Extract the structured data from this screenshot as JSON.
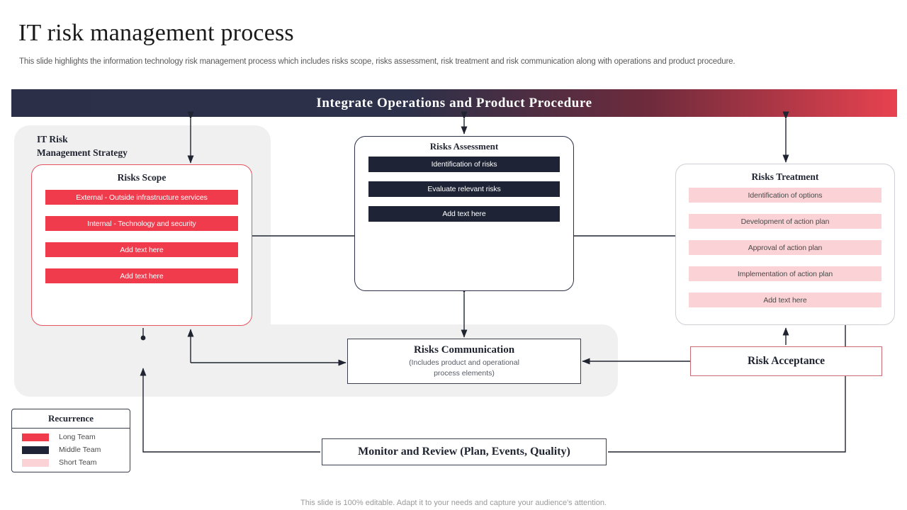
{
  "header": {
    "title": "IT risk management process",
    "subtitle": "This slide highlights the information technology risk management process which includes risks scope, risks assessment, risk treatment and risk communication along with operations and product procedure."
  },
  "banner": {
    "label": "Integrate Operations and Product Procedure",
    "gradient_from": "#2b3048",
    "gradient_to": "#e8424f"
  },
  "strategy": {
    "caption_line1": "IT Risk",
    "caption_line2": "Management Strategy"
  },
  "cards": {
    "scope": {
      "title": "Risks Scope",
      "accent": "#ef3b4c",
      "items": [
        "External - Outside  infrastructure services",
        "Internal - Technology and security",
        "Add text here",
        "Add text here"
      ]
    },
    "assessment": {
      "title": "Risks Assessment",
      "accent": "#1e2436",
      "items": [
        "Identification of risks",
        "Evaluate relevant risks",
        "Add text here"
      ]
    },
    "treatment": {
      "title": "Risks Treatment",
      "accent": "#fbd3d6",
      "items": [
        "Identification of options",
        "Development of action plan",
        "Approval  of action plan",
        "Implementation of action plan",
        "Add text here"
      ]
    }
  },
  "boxes": {
    "communication": {
      "title": "Risks Communication",
      "subtitle_line1": "(Includes product  and  operational",
      "subtitle_line2": "process elements)"
    },
    "acceptance": {
      "title": "Risk Acceptance"
    },
    "monitor": {
      "title": "Monitor and Review (Plan, Events, Quality)"
    }
  },
  "legend": {
    "title": "Recurrence",
    "items": [
      {
        "label": "Long Team",
        "color": "#ef3b4c"
      },
      {
        "label": "Middle Team",
        "color": "#1e2436"
      },
      {
        "label": "Short Team",
        "color": "#fbd3d6"
      }
    ]
  },
  "footer": {
    "note": "This slide is 100% editable. Adapt it to your needs and capture your audience's attention."
  }
}
